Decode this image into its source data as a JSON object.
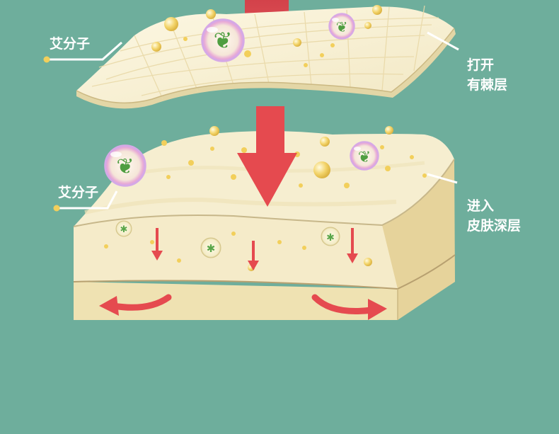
{
  "labels": {
    "molecule_top": "艾分子",
    "molecule_bottom": "艾分子",
    "open_layer_line1": "打开",
    "open_layer_line2": "有棘层",
    "deep_layer_line1": "进入",
    "deep_layer_line2": "皮肤深层"
  },
  "colors": {
    "background": "#6eae9c",
    "skin": "#f4ecc7",
    "skin_shadow": "#e8d9a6",
    "arrow": "#e54a4f",
    "droplet": "#f2cf5b",
    "leaf": "#5aa64a",
    "label_text": "#ffffff"
  }
}
